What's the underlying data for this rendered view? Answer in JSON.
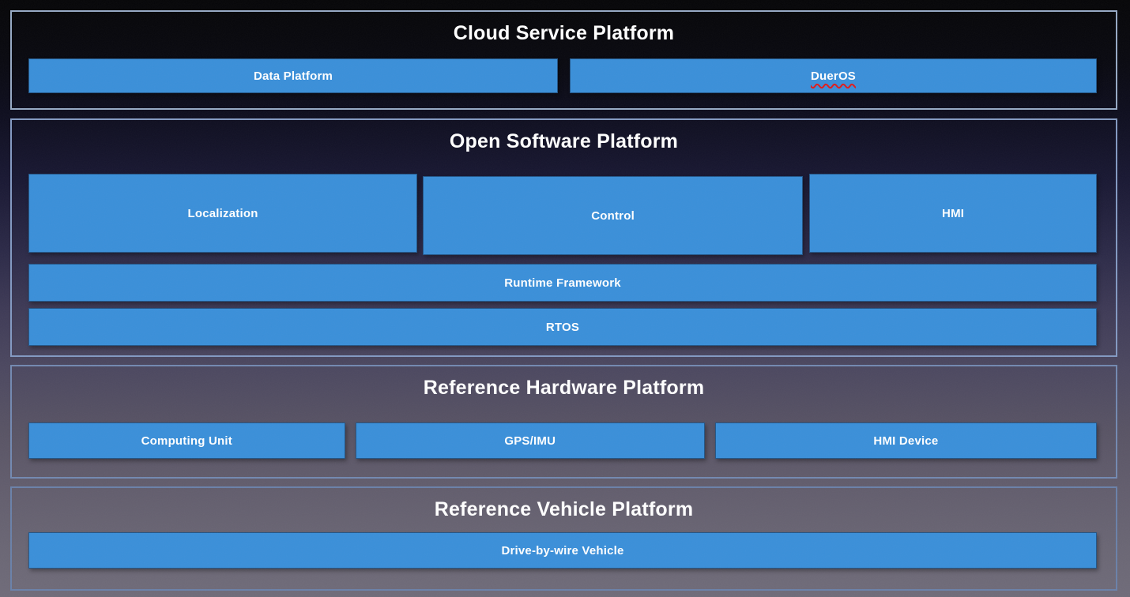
{
  "colors": {
    "accent_blue": "#3a8fd9",
    "spellcheck_red": "#e01b1b",
    "section_border_blue": "#8399c2",
    "title_text": "#ffffff"
  },
  "sections": [
    {
      "title": "Cloud Service Platform",
      "buttons": [
        "Data Platform",
        "DuerOS"
      ]
    },
    {
      "title": "Open Software Platform",
      "modules": [
        "Localization",
        "Control",
        "HMI"
      ],
      "bars": [
        "Runtime Framework",
        "RTOS"
      ]
    },
    {
      "title": "Reference Hardware Platform",
      "buttons": [
        "Computing Unit",
        "GPS/IMU",
        "HMI Device"
      ]
    },
    {
      "title": "Reference Vehicle Platform",
      "bars": [
        "Drive-by-wire Vehicle"
      ]
    }
  ]
}
